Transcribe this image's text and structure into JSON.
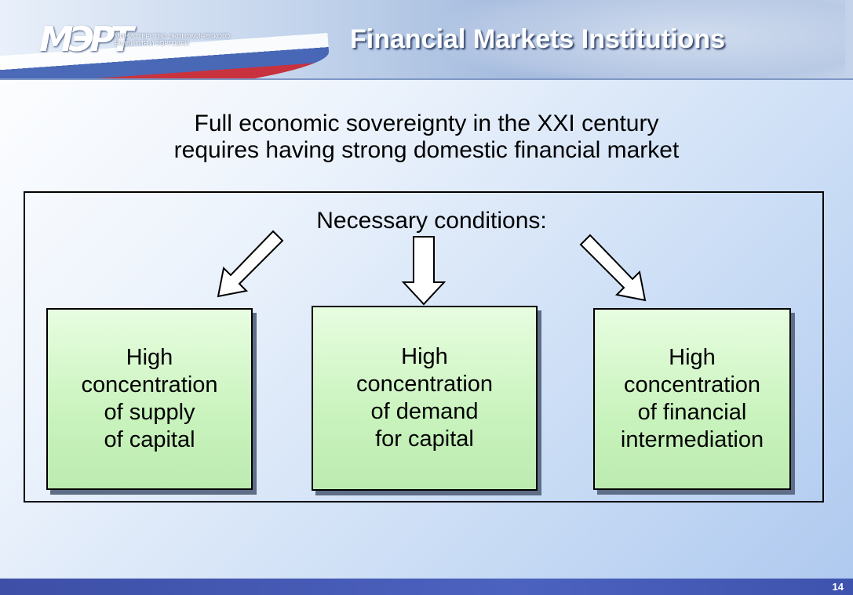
{
  "header": {
    "title": "Financial Markets Institutions",
    "logo_mark": "МЭРТ",
    "logo_text": "МИНИСТЕРСТВО ЭКОНОМИЧЕСКОГО РАЗВИТИЯ И ТОРГОВЛИ"
  },
  "subtitle": "Full economic sovereignty in the XXI century\nrequires having strong domestic financial market",
  "diagram": {
    "label": "Necessary conditions:",
    "boxes": [
      {
        "text": "High\nconcentration\nof supply\nof capital"
      },
      {
        "text": "High\nconcentration\nof demand\nfor capital"
      },
      {
        "text": "High\nconcentration\nof financial\nintermediation"
      }
    ]
  },
  "footer": {
    "page_number": "14"
  }
}
